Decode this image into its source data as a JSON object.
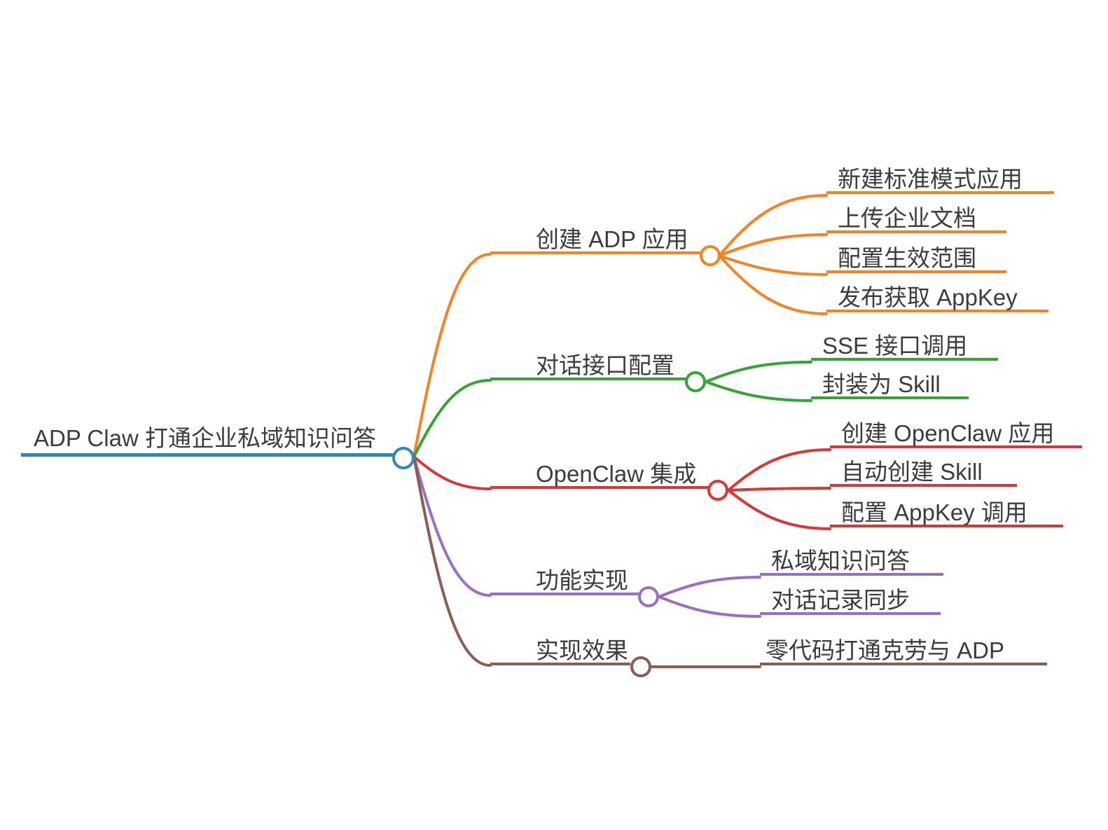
{
  "mindmap": {
    "root": {
      "label": "ADP Claw 打通企业私域知识问答",
      "color": "#2e86c5"
    },
    "branches": [
      {
        "label": "创建 ADP 应用",
        "color": "#f8821f",
        "children": [
          {
            "label": "新建标准模式应用"
          },
          {
            "label": "上传企业文档"
          },
          {
            "label": "配置生效范围"
          },
          {
            "label": "发布获取 AppKey"
          }
        ]
      },
      {
        "label": "对话接口配置",
        "color": "#33a532",
        "children": [
          {
            "label": "SSE 接口调用"
          },
          {
            "label": "封装为 Skill"
          }
        ]
      },
      {
        "label": "OpenClaw 集成",
        "color": "#dd3434",
        "children": [
          {
            "label": "创建 OpenClaw 应用"
          },
          {
            "label": "自动创建 Skill"
          },
          {
            "label": "配置 AppKey 调用"
          }
        ]
      },
      {
        "label": "功能实现",
        "color": "#9a6dcb",
        "children": [
          {
            "label": "私域知识问答"
          },
          {
            "label": "对话记录同步"
          }
        ]
      },
      {
        "label": "实现效果",
        "color": "#8d5c51",
        "children": [
          {
            "label": "零代码打通克劳与 ADP"
          }
        ]
      }
    ],
    "text_color": "#3c3c3c",
    "background_color": "#ffffff"
  }
}
